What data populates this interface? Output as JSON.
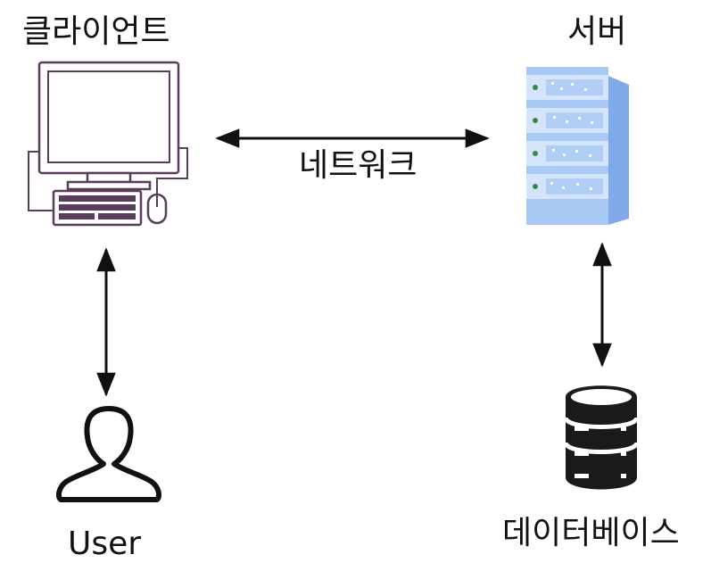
{
  "nodes": {
    "client": {
      "label": "클라이언트",
      "icon": "desktop-computer-icon"
    },
    "server": {
      "label": "서버",
      "icon": "server-rack-icon"
    },
    "user": {
      "label": "User",
      "icon": "user-silhouette-icon"
    },
    "database": {
      "label": "데이터베이스",
      "icon": "database-icon"
    }
  },
  "edges": {
    "network": {
      "label": "네트워크",
      "from": "client",
      "to": "server",
      "bidirectional": true
    },
    "user_client": {
      "from": "user",
      "to": "client",
      "bidirectional": true
    },
    "server_db": {
      "from": "server",
      "to": "database",
      "bidirectional": true
    }
  },
  "colors": {
    "computer_outline": "#5a3d5c",
    "computer_fill": "#ffffff",
    "keyboard": "#5a3d5c",
    "server_fill": "#a9c9f5",
    "server_dark": "#7fa9e8",
    "server_led": "#3a8a4a",
    "database": "#1a1a1a",
    "arrow": "#111111"
  }
}
